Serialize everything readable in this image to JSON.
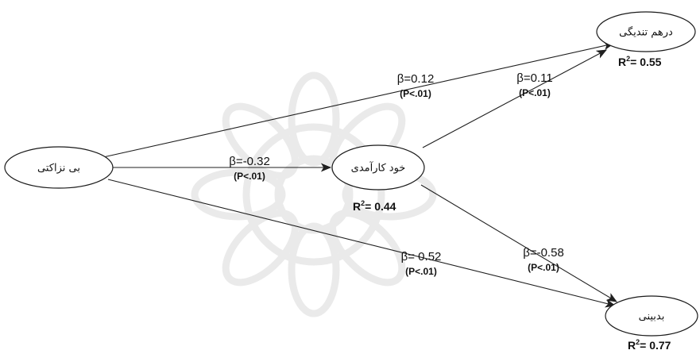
{
  "nodes": {
    "incivility": {
      "label": "بی نزاکتی"
    },
    "self_efficacy": {
      "label": "خود کارآمدی",
      "r2": "0.44"
    },
    "distress": {
      "label": "درهم تندیگی",
      "r2": "0.55"
    },
    "cynicism": {
      "label": "بدبینی",
      "r2": "0.77"
    }
  },
  "paths": [
    {
      "id": "incivility_to_distress",
      "beta": "β=0.12",
      "p": "(P<.01)"
    },
    {
      "id": "incivility_to_self_efficacy",
      "beta": "β=-0.32",
      "p": "(P<.01)"
    },
    {
      "id": "incivility_to_cynicism",
      "beta": "β= 0.52",
      "p": "(P<.01)"
    },
    {
      "id": "self_efficacy_to_distress",
      "beta": "β=0.11",
      "p": "(P<.01)"
    },
    {
      "id": "self_efficacy_to_cynicism",
      "beta": "β=-0.58",
      "p": "(P<.01)"
    }
  ],
  "r2_prefix": "R",
  "r2_sup": "2",
  "r2_eq": "= ",
  "colors": {
    "line": "#1f1f1f",
    "watermark": "#d9d9d9"
  }
}
